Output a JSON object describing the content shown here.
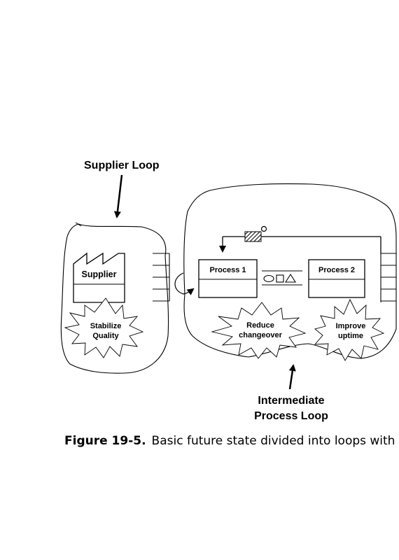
{
  "labels": {
    "supplier_loop": "Supplier Loop",
    "supplier": "Supplier",
    "process_1": "Process 1",
    "process_2": "Process 2",
    "stabilize_1": "Stabilize",
    "stabilize_2": "Quality",
    "reduce_1": "Reduce",
    "reduce_2": "changeover",
    "improve_1": "Improve",
    "improve_2": "uptime",
    "intermediate_1": "Intermediate",
    "intermediate_2": "Process Loop"
  },
  "caption": {
    "figure": "Figure 19-5.",
    "text": "Basic future state divided into loops with"
  },
  "icons": [
    "factory-icon",
    "kanban-post-icon",
    "fifo-shapes-icon",
    "inventory-box-icon",
    "kaizen-burst-icon",
    "arrow-icon"
  ]
}
